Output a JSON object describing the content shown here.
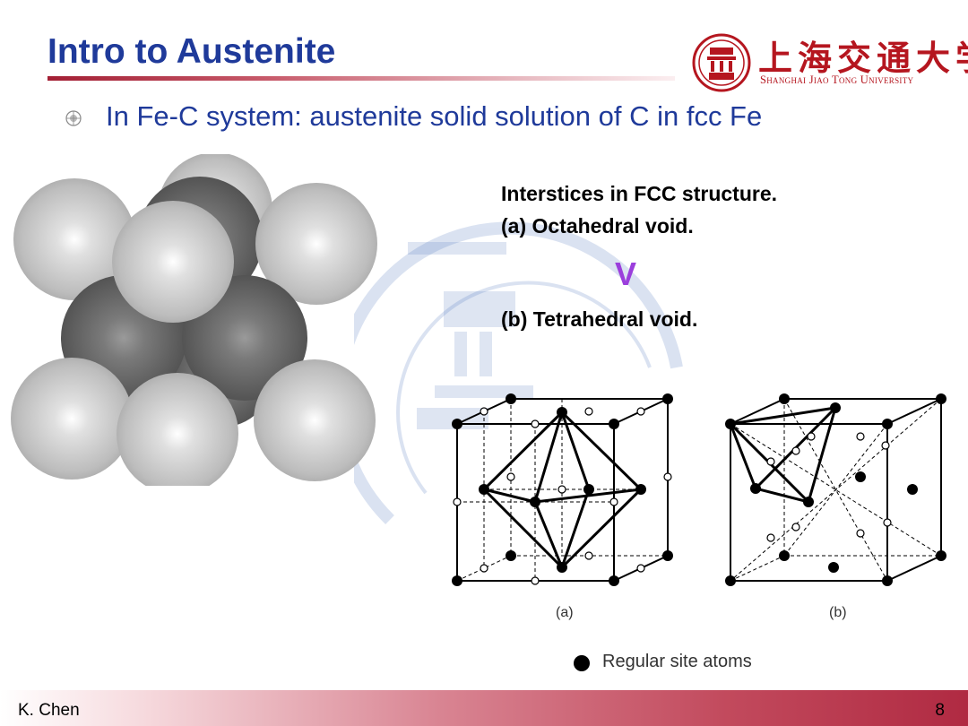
{
  "slide": {
    "title": "Intro to Austenite",
    "bullet": "In Fe-C system: austenite solid solution of C in fcc Fe"
  },
  "logo": {
    "chinese_name": "上海交通大学",
    "english_name": "Shanghai Jiao Tong University"
  },
  "caption": {
    "line1": "Interstices in FCC structure.",
    "line2": "(a) Octahedral void.",
    "mark": "V",
    "line3": "(b) Tetrahedral void."
  },
  "figure": {
    "label_a": "(a)",
    "label_b": "(b)",
    "legend": "Regular site atoms"
  },
  "footer": {
    "author": "K. Chen",
    "page_number": "8"
  },
  "colors": {
    "title": "#1f3a9a",
    "accent_red": "#a31f34",
    "logo_red": "#b5161f",
    "mark_purple": "#9b3fdc"
  }
}
